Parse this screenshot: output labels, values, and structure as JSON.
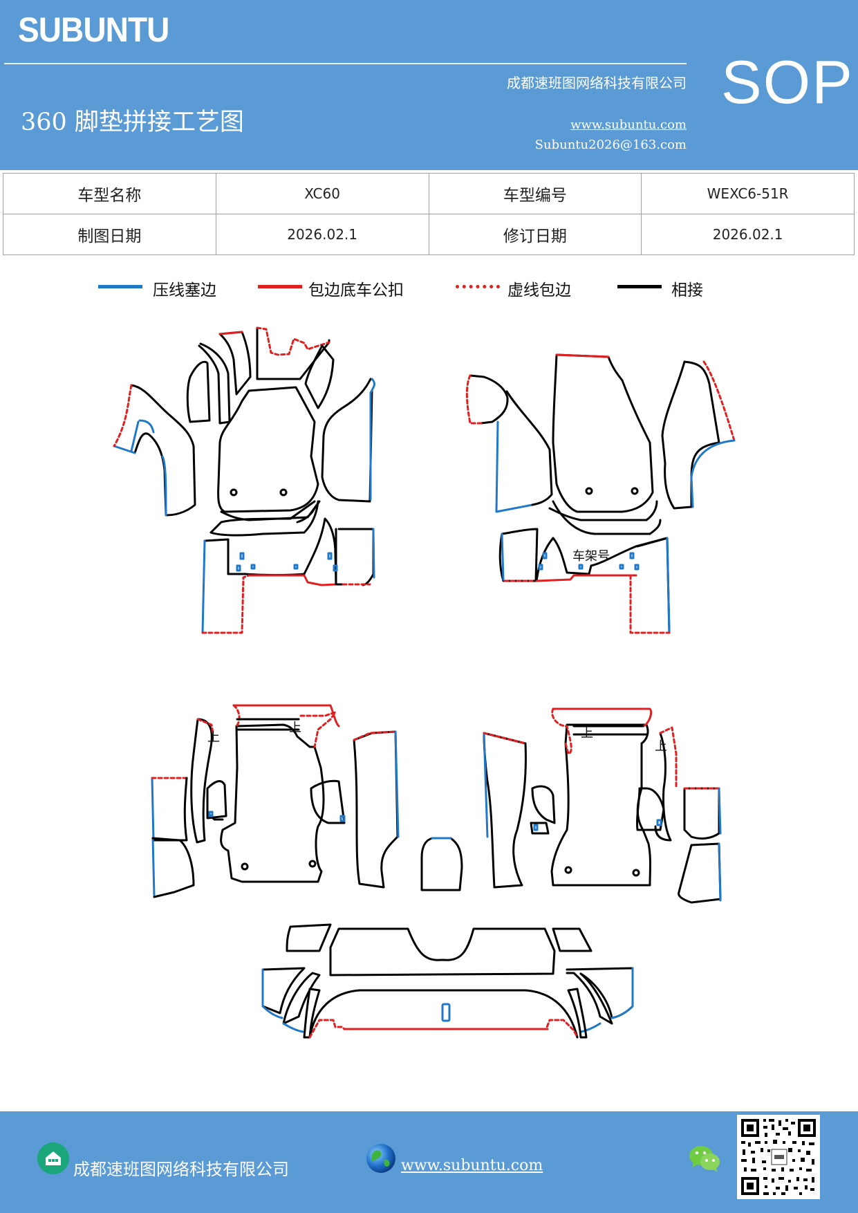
{
  "header": {
    "brand": "SUBUNTU",
    "company": "成都速班图网络科技有限公司",
    "title": "360 脚垫拼接工艺图",
    "website": "www.subuntu.com",
    "email": "Subuntu2026@163.com",
    "sop": "SOP"
  },
  "info_table": {
    "model_name_label": "车型名称",
    "model_name_value": "XC60",
    "model_code_label": "车型编号",
    "model_code_value": "WEXC6-51R",
    "draw_date_label": "制图日期",
    "draw_date_value": "2026.02.1",
    "revise_date_label": "修订日期",
    "revise_date_value": "2026.02.1"
  },
  "legend": [
    {
      "label": "压线塞边",
      "color": "#1f78c8",
      "style": "solid"
    },
    {
      "label": "包边底车公扣",
      "color": "#e02020",
      "style": "solid"
    },
    {
      "label": "虚线包边",
      "color": "#e02020",
      "style": "dotted"
    },
    {
      "label": "相接",
      "color": "#000000",
      "style": "solid"
    }
  ],
  "diagram": {
    "frame_label": "车架号",
    "up_mark": "上"
  },
  "footer": {
    "company": "成都速班图网络科技有限公司",
    "website": "www.subuntu.com "
  },
  "colors": {
    "header_bg": "#5b9bd5",
    "press_line": "#1f78c8",
    "buckle_edge": "#e02020",
    "joint": "#000000"
  },
  "icons": [
    "home-icon",
    "globe-icon",
    "wechat-icon",
    "qr-code"
  ]
}
